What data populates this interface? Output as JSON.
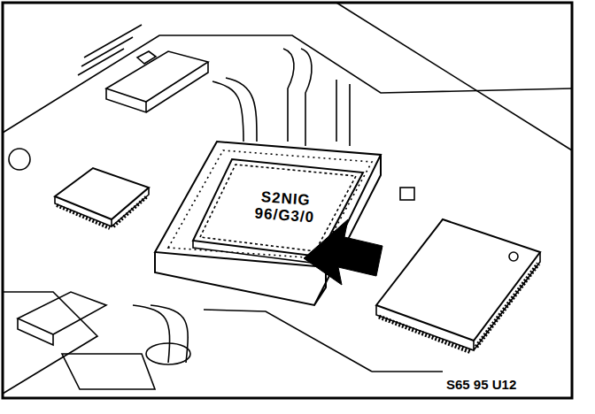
{
  "diagram": {
    "nodes": [
      {
        "text": [
          "S2NIG",
          "96/G3/0"
        ]
      }
    ],
    "labels": [
      "S65 95 U12"
    ]
  }
}
